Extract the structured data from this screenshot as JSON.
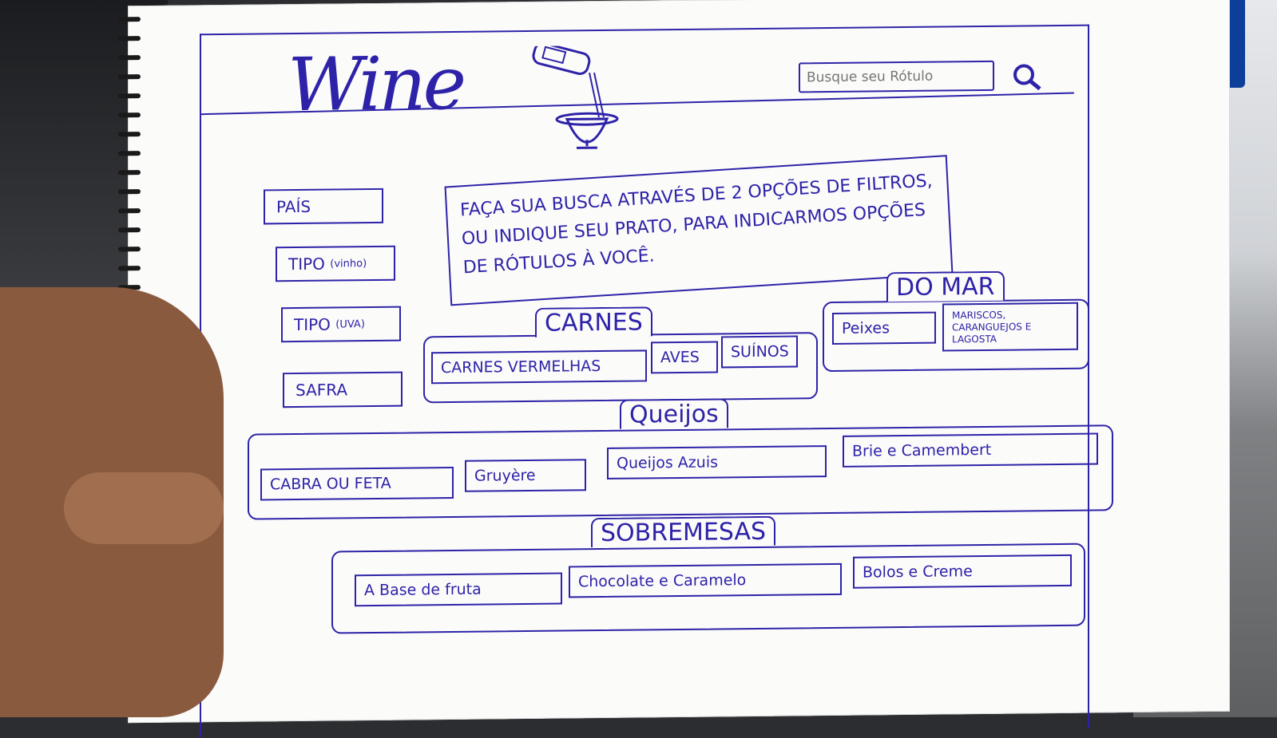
{
  "header": {
    "logo_text": "Wine",
    "search_placeholder": "Busque seu Rótulo",
    "icons": [
      "wine-bottle-icon",
      "wine-glass-icon",
      "search-icon"
    ]
  },
  "filters": [
    {
      "label": "PAÍS",
      "sub": ""
    },
    {
      "label": "TIPO",
      "sub": "(vinho)"
    },
    {
      "label": "TIPO",
      "sub": "(UVA)"
    },
    {
      "label": "SAFRA",
      "sub": ""
    }
  ],
  "intro": {
    "text": "FAÇA SUA BUSCA ATRAVÉS DE 2 OPÇÕES DE FILTROS, OU INDIQUE SEU PRATO, PARA INDICARMOS OPÇÕES DE RÓTULOS À VOCÊ."
  },
  "categories": {
    "carnes": {
      "label": "CARNES",
      "items": [
        "CARNES VERMELHAS",
        "AVES",
        "SUÍNOS"
      ]
    },
    "do_mar": {
      "label": "DO MAR",
      "items": [
        "Peixes",
        "MARISCOS, CARANGUEJOS E LAGOSTA"
      ]
    },
    "queijos": {
      "label": "Queijos",
      "items": [
        "CABRA OU FETA",
        "Gruyère",
        "Queijos Azuis",
        "Brie e Camembert"
      ]
    },
    "sobremesas": {
      "label": "SOBREMESAS",
      "items": [
        "A Base de fruta",
        "Chocolate e Caramelo",
        "Bolos e Creme"
      ]
    }
  }
}
